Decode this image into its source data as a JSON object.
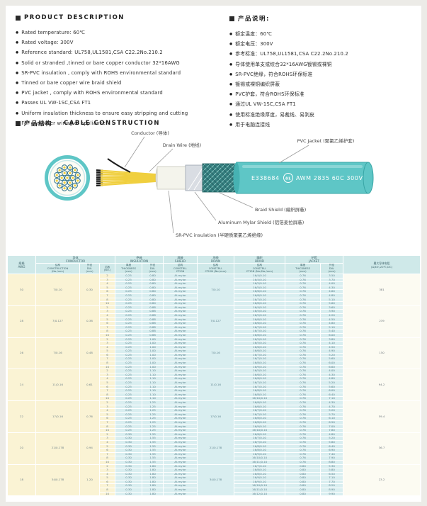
{
  "colors": {
    "accent_teal": "#5ec6c6",
    "table_yellow": "#faf3d4",
    "table_cyan": "#d9eef0",
    "table_header": "#cfe9e9"
  },
  "product_description": {
    "heading": "PRODUCT DESCRIPTION",
    "items": [
      "Rated temperature: 60℃",
      "Rated voltage: 300V",
      "Reference standard: UL758,UL1581,CSA C22.2No.210.2",
      "Solid or stranded ,tinned or bare copper conductor 32*16AWG",
      "SR-PVC insulation , comply with ROHS environmental standard",
      "Tinned or bare copper wire braid shield",
      "PVC jacket , comply with ROHS environmental standard",
      "Passes UL VW-1SC,CSA FT1",
      "Uniform insulation thickness to ensure easy stripping and cutting",
      "For computer wiring of appliance"
    ]
  },
  "product_description_cn": {
    "heading": "产品说明:",
    "items": [
      "额定温度：60℃",
      "额定电压：300V",
      "参考标准：UL758,UL1581,CSA C22.2No.210.2",
      "导体使用单支或绞合32*16AWG镀锡或裸铜",
      "SR-PVC绝缘，符合ROHS环保标准",
      "镀锡或裸铜编织屏蔽",
      "PVC护套，符合ROHS环保标准",
      "通过UL VW-1SC,CSA FT1",
      "使用标准绝缘厚度，易裁线、易剥皮",
      "用于电脑连接线"
    ]
  },
  "construction": {
    "heading_cn": "产品结构",
    "heading_en": "CABLE CONSTRUCTION",
    "labels": {
      "conductor": "Conductor (导体)",
      "drain": "Drain Wire (地线)",
      "jacket": "PVC Jacket (聚氯乙烯护套)",
      "braid": "Braid Shield (编织屏蔽)",
      "mylar": "Aluminum Mylar Shield (铝箔麦拉屏蔽)",
      "insulation": "SR-PVC insulation (半硬质聚氯乙烯绝缘)"
    },
    "print_ul_file": "E338684",
    "ul_mark": "UL",
    "print_text": "AWM 2835 60C 300V"
  },
  "spec_table": {
    "headers": {
      "awg_cn": "规格",
      "awg_en": "AWG",
      "groups": [
        {
          "cn": "导体",
          "en": "CONDUCTOR",
          "span": 3
        },
        {
          "cn": "绝缘",
          "en": "INSULATION",
          "span": 2
        },
        {
          "cn": "屏蔽",
          "en": "SHIELD",
          "span": 1
        },
        {
          "cn": "地线",
          "en": "DRAIN",
          "span": 1
        },
        {
          "cn": "编织",
          "en": "BRAID",
          "span": 1
        },
        {
          "cn": "护套",
          "en": "JACKET",
          "span": 2
        }
      ],
      "subs": [
        {
          "cn": "结构",
          "en": "CONSTRUCTION",
          "unit": "(No./mm)"
        },
        {
          "cn": "外径",
          "en": "DIA.",
          "unit": "(mm)"
        },
        {
          "cn": "芯数",
          "en": "(NO.)",
          "unit": ""
        },
        {
          "cn": "厚度",
          "en": "THICKNESS",
          "unit": "(mm)"
        },
        {
          "cn": "外径",
          "en": "DIA.",
          "unit": "(mm)"
        },
        {
          "cn": "结构",
          "en": "CONSTRU-",
          "unit": "CTION"
        },
        {
          "cn": "结构",
          "en": "CONSTRU-",
          "unit": "CTION (No./mm)"
        },
        {
          "cn": "结构",
          "en": "CONSTRU-",
          "unit": "CTION (No./No./mm)"
        },
        {
          "cn": "厚度",
          "en": "THICKNESS",
          "unit": "(mm)"
        },
        {
          "cn": "外径",
          "en": "DIA.",
          "unit": "(mm)"
        }
      ],
      "resistance_lines": [
        "最大导体电阻",
        "(Ω/km,20℃,DC)"
      ]
    },
    "groups": [
      {
        "awg": "30",
        "cons": "7/0.10",
        "dia": "0.30",
        "drain": "7/0.10",
        "res": "381",
        "rows": [
          {
            "n": "2",
            "it": "0.25",
            "id": "0.80",
            "sh": "Al-mylar",
            "br": "16/4/0.10",
            "jt": "0.76",
            "jd": "3.50"
          },
          {
            "n": "3",
            "it": "0.25",
            "id": "0.80",
            "sh": "Al-mylar",
            "br": "16/4/0.10",
            "jt": "0.76",
            "jd": "3.70"
          },
          {
            "n": "4",
            "it": "0.25",
            "id": "0.80",
            "sh": "Al-mylar",
            "br": "16/5/0.10",
            "jt": "0.76",
            "jd": "4.00"
          },
          {
            "n": "5",
            "it": "0.25",
            "id": "0.80",
            "sh": "Al-mylar",
            "br": "16/5/0.10",
            "jt": "0.76",
            "jd": "4.30"
          },
          {
            "n": "6",
            "it": "0.25",
            "id": "0.80",
            "sh": "Al-mylar",
            "br": "16/6/0.10",
            "jt": "0.76",
            "jd": "4.60"
          },
          {
            "n": "7",
            "it": "0.25",
            "id": "0.80",
            "sh": "Al-mylar",
            "br": "16/6/0.10",
            "jt": "0.76",
            "jd": "4.80"
          },
          {
            "n": "8",
            "it": "0.25",
            "id": "0.80",
            "sh": "Al-mylar",
            "br": "16/7/0.10",
            "jt": "0.76",
            "jd": "5.10"
          },
          {
            "n": "10",
            "it": "0.25",
            "id": "0.80",
            "sh": "Al-mylar",
            "br": "16/8/0.10",
            "jt": "0.76",
            "jd": "5.60"
          }
        ]
      },
      {
        "awg": "28",
        "cons": "7/0.127",
        "dia": "0.38",
        "drain": "7/0.127",
        "res": "239",
        "rows": [
          {
            "n": "2",
            "it": "0.25",
            "id": "0.88",
            "sh": "Al-mylar",
            "br": "16/4/0.10",
            "jt": "0.76",
            "jd": "3.60"
          },
          {
            "n": "3",
            "it": "0.25",
            "id": "0.88",
            "sh": "Al-mylar",
            "br": "16/5/0.10",
            "jt": "0.76",
            "jd": "3.90"
          },
          {
            "n": "4",
            "it": "0.25",
            "id": "0.88",
            "sh": "Al-mylar",
            "br": "16/5/0.10",
            "jt": "0.76",
            "jd": "4.20"
          },
          {
            "n": "5",
            "it": "0.25",
            "id": "0.88",
            "sh": "Al-mylar",
            "br": "16/6/0.10",
            "jt": "0.76",
            "jd": "4.50"
          },
          {
            "n": "6",
            "it": "0.25",
            "id": "0.88",
            "sh": "Al-mylar",
            "br": "16/6/0.10",
            "jt": "0.76",
            "jd": "4.80"
          },
          {
            "n": "7",
            "it": "0.25",
            "id": "0.88",
            "sh": "Al-mylar",
            "br": "16/7/0.10",
            "jt": "0.76",
            "jd": "5.10"
          },
          {
            "n": "8",
            "it": "0.25",
            "id": "0.88",
            "sh": "Al-mylar",
            "br": "16/7/0.10",
            "jt": "0.76",
            "jd": "5.40"
          },
          {
            "n": "10",
            "it": "0.25",
            "id": "0.88",
            "sh": "Al-mylar",
            "br": "16/8/0.10",
            "jt": "0.76",
            "jd": "6.00"
          }
        ]
      },
      {
        "awg": "26",
        "cons": "7/0.16",
        "dia": "0.48",
        "drain": "7/0.16",
        "res": "150",
        "rows": [
          {
            "n": "2",
            "it": "0.25",
            "id": "1.00",
            "sh": "Al-mylar",
            "br": "16/5/0.10",
            "jt": "0.76",
            "jd": "3.80"
          },
          {
            "n": "3",
            "it": "0.25",
            "id": "1.00",
            "sh": "Al-mylar",
            "br": "16/5/0.10",
            "jt": "0.76",
            "jd": "4.10"
          },
          {
            "n": "4",
            "it": "0.25",
            "id": "1.00",
            "sh": "Al-mylar",
            "br": "16/6/0.10",
            "jt": "0.76",
            "jd": "4.50"
          },
          {
            "n": "5",
            "it": "0.25",
            "id": "1.00",
            "sh": "Al-mylar",
            "br": "16/6/0.10",
            "jt": "0.76",
            "jd": "4.90"
          },
          {
            "n": "6",
            "it": "0.25",
            "id": "1.00",
            "sh": "Al-mylar",
            "br": "16/7/0.10",
            "jt": "0.76",
            "jd": "5.20"
          },
          {
            "n": "7",
            "it": "0.25",
            "id": "1.00",
            "sh": "Al-mylar",
            "br": "16/7/0.10",
            "jt": "0.76",
            "jd": "5.60"
          },
          {
            "n": "8",
            "it": "0.25",
            "id": "1.00",
            "sh": "Al-mylar",
            "br": "16/8/0.10",
            "jt": "0.76",
            "jd": "6.00"
          },
          {
            "n": "10",
            "it": "0.25",
            "id": "1.00",
            "sh": "Al-mylar",
            "br": "16/9/0.10",
            "jt": "0.76",
            "jd": "6.60"
          }
        ]
      },
      {
        "awg": "24",
        "cons": "11/0.16",
        "dia": "0.61",
        "drain": "11/0.16",
        "res": "94.2",
        "rows": [
          {
            "n": "2",
            "it": "0.25",
            "id": "1.10",
            "sh": "Al-mylar",
            "br": "16/5/0.10",
            "jt": "0.76",
            "jd": "4.00"
          },
          {
            "n": "3",
            "it": "0.25",
            "id": "1.10",
            "sh": "Al-mylar",
            "br": "16/6/0.10",
            "jt": "0.76",
            "jd": "4.30"
          },
          {
            "n": "4",
            "it": "0.25",
            "id": "1.10",
            "sh": "Al-mylar",
            "br": "16/6/0.10",
            "jt": "0.76",
            "jd": "4.80"
          },
          {
            "n": "5",
            "it": "0.25",
            "id": "1.10",
            "sh": "Al-mylar",
            "br": "16/7/0.10",
            "jt": "0.76",
            "jd": "5.20"
          },
          {
            "n": "6",
            "it": "0.25",
            "id": "1.10",
            "sh": "Al-mylar",
            "br": "16/7/0.10",
            "jt": "0.76",
            "jd": "5.60"
          },
          {
            "n": "7",
            "it": "0.25",
            "id": "1.10",
            "sh": "Al-mylar",
            "br": "16/8/0.10",
            "jt": "0.76",
            "jd": "6.00"
          },
          {
            "n": "8",
            "it": "0.25",
            "id": "1.10",
            "sh": "Al-mylar",
            "br": "16/8/0.10",
            "jt": "0.76",
            "jd": "6.40"
          },
          {
            "n": "10",
            "it": "0.25",
            "id": "1.10",
            "sh": "Al-mylar",
            "br": "16/10/0.10",
            "jt": "0.76",
            "jd": "7.10"
          }
        ]
      },
      {
        "awg": "22",
        "cons": "17/0.16",
        "dia": "0.76",
        "drain": "17/0.16",
        "res": "59.4",
        "rows": [
          {
            "n": "2",
            "it": "0.25",
            "id": "1.25",
            "sh": "Al-mylar",
            "br": "16/6/0.10",
            "jt": "0.76",
            "jd": "4.30"
          },
          {
            "n": "3",
            "it": "0.25",
            "id": "1.25",
            "sh": "Al-mylar",
            "br": "16/6/0.10",
            "jt": "0.76",
            "jd": "4.70"
          },
          {
            "n": "4",
            "it": "0.25",
            "id": "1.25",
            "sh": "Al-mylar",
            "br": "16/7/0.10",
            "jt": "0.76",
            "jd": "5.20"
          },
          {
            "n": "5",
            "it": "0.25",
            "id": "1.25",
            "sh": "Al-mylar",
            "br": "16/7/0.10",
            "jt": "0.76",
            "jd": "5.70"
          },
          {
            "n": "6",
            "it": "0.25",
            "id": "1.25",
            "sh": "Al-mylar",
            "br": "16/8/0.10",
            "jt": "0.76",
            "jd": "6.10"
          },
          {
            "n": "7",
            "it": "0.25",
            "id": "1.25",
            "sh": "Al-mylar",
            "br": "16/8/0.10",
            "jt": "0.76",
            "jd": "6.50"
          },
          {
            "n": "8",
            "it": "0.25",
            "id": "1.25",
            "sh": "Al-mylar",
            "br": "16/9/0.10",
            "jt": "0.76",
            "jd": "7.00"
          },
          {
            "n": "10",
            "it": "0.25",
            "id": "1.25",
            "sh": "Al-mylar",
            "br": "16/10/0.10",
            "jt": "0.76",
            "jd": "7.80"
          }
        ]
      },
      {
        "awg": "20",
        "cons": "21/0.178",
        "dia": "0.94",
        "drain": "21/0.178",
        "res": "36.7",
        "rows": [
          {
            "n": "2",
            "it": "0.30",
            "id": "1.55",
            "sh": "Al-mylar",
            "br": "16/6/0.10",
            "jt": "0.76",
            "jd": "4.80"
          },
          {
            "n": "3",
            "it": "0.30",
            "id": "1.55",
            "sh": "Al-mylar",
            "br": "16/7/0.10",
            "jt": "0.76",
            "jd": "5.20"
          },
          {
            "n": "4",
            "it": "0.30",
            "id": "1.55",
            "sh": "Al-mylar",
            "br": "16/7/0.10",
            "jt": "0.76",
            "jd": "5.80"
          },
          {
            "n": "5",
            "it": "0.30",
            "id": "1.55",
            "sh": "Al-mylar",
            "br": "16/8/0.10",
            "jt": "0.76",
            "jd": "6.40"
          },
          {
            "n": "6",
            "it": "0.30",
            "id": "1.55",
            "sh": "Al-mylar",
            "br": "16/8/0.10",
            "jt": "0.76",
            "jd": "6.90"
          },
          {
            "n": "7",
            "it": "0.30",
            "id": "1.55",
            "sh": "Al-mylar",
            "br": "16/9/0.10",
            "jt": "0.76",
            "jd": "7.40"
          },
          {
            "n": "8",
            "it": "0.30",
            "id": "1.55",
            "sh": "Al-mylar",
            "br": "16/10/0.10",
            "jt": "0.76",
            "jd": "7.90"
          },
          {
            "n": "10",
            "it": "0.30",
            "id": "1.55",
            "sh": "Al-mylar",
            "br": "16/11/0.10",
            "jt": "0.76",
            "jd": "8.80"
          }
        ]
      },
      {
        "awg": "18",
        "cons": "34/0.178",
        "dia": "1.20",
        "drain": "34/0.178",
        "res": "23.2",
        "rows": [
          {
            "n": "2",
            "it": "0.30",
            "id": "1.80",
            "sh": "Al-mylar",
            "br": "16/7/0.10",
            "jt": "0.80",
            "jd": "5.30"
          },
          {
            "n": "3",
            "it": "0.30",
            "id": "1.80",
            "sh": "Al-mylar",
            "br": "16/8/0.10",
            "jt": "0.80",
            "jd": "5.80"
          },
          {
            "n": "4",
            "it": "0.30",
            "id": "1.80",
            "sh": "Al-mylar",
            "br": "16/8/0.10",
            "jt": "0.80",
            "jd": "6.50"
          },
          {
            "n": "5",
            "it": "0.30",
            "id": "1.80",
            "sh": "Al-mylar",
            "br": "16/9/0.10",
            "jt": "0.80",
            "jd": "7.10"
          },
          {
            "n": "6",
            "it": "0.30",
            "id": "1.80",
            "sh": "Al-mylar",
            "br": "16/9/0.10",
            "jt": "0.80",
            "jd": "7.70"
          },
          {
            "n": "7",
            "it": "0.30",
            "id": "1.80",
            "sh": "Al-mylar",
            "br": "16/10/0.10",
            "jt": "0.80",
            "jd": "8.20"
          },
          {
            "n": "8",
            "it": "0.30",
            "id": "1.80",
            "sh": "Al-mylar",
            "br": "16/11/0.10",
            "jt": "0.80",
            "jd": "8.90"
          },
          {
            "n": "10",
            "it": "0.30",
            "id": "1.80",
            "sh": "Al-mylar",
            "br": "16/12/0.10",
            "jt": "0.80",
            "jd": "9.90"
          }
        ]
      }
    ]
  }
}
